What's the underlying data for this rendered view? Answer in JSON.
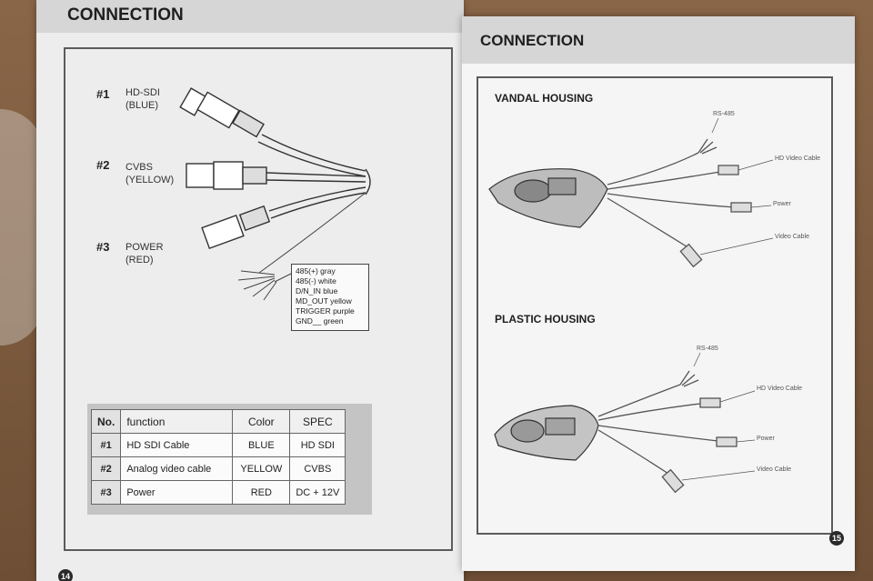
{
  "left_page": {
    "header": "CONNECTION",
    "cables": [
      {
        "number": "#1",
        "name": "HD-SDI",
        "color": "(BLUE)"
      },
      {
        "number": "#2",
        "name": "CVBS",
        "color": "(YELLOW)"
      },
      {
        "number": "#3",
        "name": "POWER",
        "color": "(RED)"
      }
    ],
    "wire_list": [
      "485(+) gray",
      "485(-) white",
      "D/N_IN blue",
      "MD_OUT yellow",
      "TRIGGER purple",
      "GND__ green"
    ],
    "table": {
      "headers": [
        "No.",
        "function",
        "Color",
        "SPEC"
      ],
      "rows": [
        [
          "#1",
          "HD SDI Cable",
          "BLUE",
          "HD SDI"
        ],
        [
          "#2",
          "Analog video cable",
          "YELLOW",
          "CVBS"
        ],
        [
          "#3",
          "Power",
          "RED",
          "DC + 12V"
        ]
      ]
    },
    "page_number": "14"
  },
  "right_page": {
    "header": "CONNECTION",
    "sections": [
      {
        "title": "VANDAL HOUSING",
        "labels": [
          "RS-485",
          "HD Video Cable",
          "Power",
          "Video Cable"
        ]
      },
      {
        "title": "PLASTIC HOUSING",
        "labels": [
          "RS-485",
          "HD Video Cable",
          "Power",
          "Video Cable"
        ]
      }
    ],
    "page_number": "15"
  }
}
